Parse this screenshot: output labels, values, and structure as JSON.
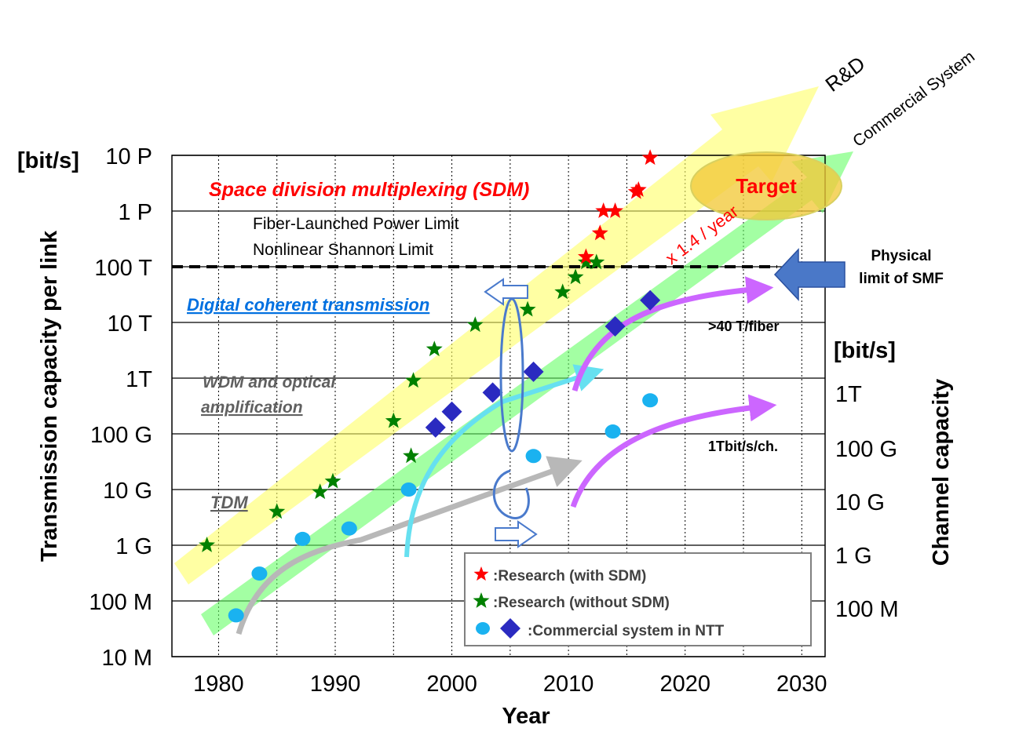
{
  "chart_data": {
    "type": "scatter",
    "ylabel": "Transmission capacity per link",
    "y2label": "Channel capacity",
    "xlabel": "Year",
    "yunit": "[bit/s]",
    "y2unit": "[bit/s]",
    "yscale": "log",
    "xlim": [
      1976,
      2032
    ],
    "ylim": [
      10000000,
      10000000000000000
    ],
    "xticks": [
      {
        "value": 1980,
        "label": "1980"
      },
      {
        "value": 1990,
        "label": "1990"
      },
      {
        "value": 2000,
        "label": "2000"
      },
      {
        "value": 2010,
        "label": "2010"
      },
      {
        "value": 2020,
        "label": "2020"
      },
      {
        "value": 2030,
        "label": "2030"
      }
    ],
    "yticks": [
      {
        "value": 10000000,
        "label": "10 M"
      },
      {
        "value": 100000000,
        "label": "100 M"
      },
      {
        "value": 1000000000,
        "label": "1 G"
      },
      {
        "value": 10000000000,
        "label": "10 G"
      },
      {
        "value": 100000000000,
        "label": "100 G"
      },
      {
        "value": 1000000000000,
        "label": "1T"
      },
      {
        "value": 10000000000000,
        "label": "10 T"
      },
      {
        "value": 100000000000000,
        "label": "100 T"
      },
      {
        "value": 1000000000000000,
        "label": "1 P"
      },
      {
        "value": 10000000000000000,
        "label": "10 P"
      }
    ],
    "y2ticks": [
      {
        "value": 100000000,
        "label": "100 M"
      },
      {
        "value": 1000000000,
        "label": "1 G"
      },
      {
        "value": 10000000000,
        "label": "10 G"
      },
      {
        "value": 100000000000,
        "label": "100 G"
      },
      {
        "value": 1000000000000,
        "label": "1T"
      }
    ],
    "grid": true,
    "series": [
      {
        "name": ":Research (with SDM)",
        "marker": "red-star",
        "color": "#ff0000",
        "points": [
          {
            "x": 2011.5,
            "y": 150000000000000
          },
          {
            "x": 2012.7,
            "y": 400000000000000
          },
          {
            "x": 2013.0,
            "y": 1000000000000000
          },
          {
            "x": 2014.0,
            "y": 1000000000000000
          },
          {
            "x": 2015.8,
            "y": 2200000000000000
          },
          {
            "x": 2016.0,
            "y": 2400000000000000
          },
          {
            "x": 2017.0,
            "y": 9000000000000000
          }
        ]
      },
      {
        "name": ":Research (without SDM)",
        "marker": "green-star",
        "color": "#008000",
        "points": [
          {
            "x": 1979,
            "y": 1000000000
          },
          {
            "x": 1985,
            "y": 4000000000
          },
          {
            "x": 1988.7,
            "y": 9000000000
          },
          {
            "x": 1989.8,
            "y": 14000000000
          },
          {
            "x": 1995,
            "y": 170000000000
          },
          {
            "x": 1996.5,
            "y": 40000000000
          },
          {
            "x": 1996.7,
            "y": 900000000000
          },
          {
            "x": 1998.5,
            "y": 3300000000000
          },
          {
            "x": 2002,
            "y": 9000000000000
          },
          {
            "x": 2006.5,
            "y": 17000000000000
          },
          {
            "x": 2009.5,
            "y": 35000000000000
          },
          {
            "x": 2010.6,
            "y": 65000000000000
          },
          {
            "x": 2011.5,
            "y": 120000000000000
          },
          {
            "x": 2012.4,
            "y": 120000000000000
          }
        ]
      },
      {
        "name": ":Commercial  system in NTT",
        "marker": "cyan-circle-and-blue-diamond",
        "color": "#1ab2f0",
        "points": [
          {
            "x": 1981.5,
            "y": 55000000
          },
          {
            "x": 1983.5,
            "y": 310000000
          },
          {
            "x": 1987.2,
            "y": 1300000000
          },
          {
            "x": 1991.2,
            "y": 2000000000
          },
          {
            "x": 1996.3,
            "y": 10000000000
          },
          {
            "x": 2007,
            "y": 40000000000
          },
          {
            "x": 2013.8,
            "y": 110000000000
          },
          {
            "x": 2017,
            "y": 400000000000
          }
        ]
      },
      {
        "name": ":Commercial  system in NTT",
        "marker": "blue-diamond",
        "color": "#2a2ac0",
        "points": [
          {
            "x": 1998.6,
            "y": 130000000000
          },
          {
            "x": 2000,
            "y": 250000000000
          },
          {
            "x": 2003.5,
            "y": 550000000000
          },
          {
            "x": 2007,
            "y": 1300000000000
          },
          {
            "x": 2014,
            "y": 8500000000000
          },
          {
            "x": 2017,
            "y": 25000000000000
          }
        ]
      }
    ],
    "bands": [
      {
        "name": "R&D",
        "color": "#ffff66"
      },
      {
        "name": "Commercial System",
        "color": "#66ff66"
      }
    ],
    "reference_line": {
      "y": 100000000000000,
      "style": "dashed"
    },
    "annotations": {
      "sdm": "Space division multiplexing   (SDM)",
      "fiber_power": "Fiber-Launched Power Limit",
      "shannon": "Nonlinear Shannon Limit",
      "coherent": "Digital coherent transmission",
      "wdm_line1": "WDM  and optical",
      "wdm_line2": "amplification",
      "tdm": "TDM",
      "target": "Target",
      "growth": "x 1.4 / year",
      "physical_line1": "Physical",
      "physical_line2": "limit of SMF",
      "per_fiber": ">40 T/fiber",
      "per_channel": "1Tbit/s/ch.",
      "rd": "R&D",
      "commercial": "Commercial System"
    }
  }
}
